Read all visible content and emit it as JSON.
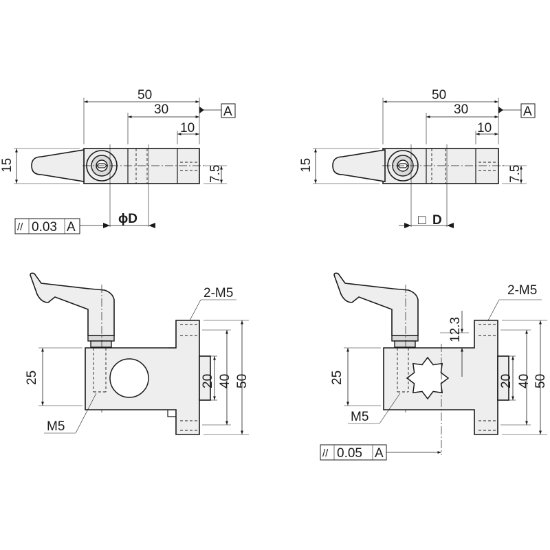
{
  "top_left": {
    "dim_overall": "50",
    "dim_mid": "30",
    "dim_end": "10",
    "dim_height": "15",
    "dim_half": "7.5",
    "bore_label": "ϕD",
    "datum": "A",
    "tolerance": {
      "symbol": "//",
      "value": "0.03",
      "datum": "A"
    }
  },
  "top_right": {
    "dim_overall": "50",
    "dim_mid": "30",
    "dim_end": "10",
    "dim_height": "15",
    "dim_half": "7.5",
    "bore_label": "D",
    "bore_symbol": "□",
    "datum": "A"
  },
  "bottom_left": {
    "thread_top": "2-M5",
    "thread_side": "M5",
    "dim_25": "25",
    "dim_20": "20",
    "dim_40": "40",
    "dim_50": "50"
  },
  "bottom_right": {
    "thread_top": "2-M5",
    "thread_side": "M5",
    "dim_12_3": "12.3",
    "dim_25": "25",
    "dim_20": "20",
    "dim_40": "40",
    "dim_50": "50",
    "tolerance": {
      "symbol": "//",
      "value": "0.05",
      "datum": "A"
    }
  }
}
